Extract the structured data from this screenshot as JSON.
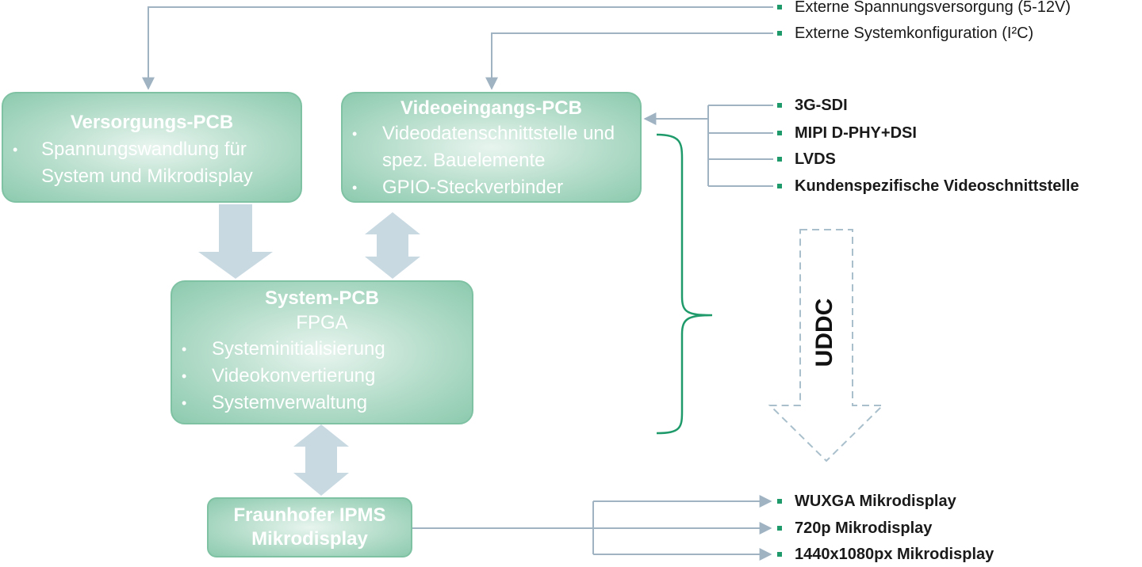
{
  "boxes": {
    "versorgung": {
      "title": "Versorgungs-PCB",
      "items": [
        "Spannungswandlung für System und Mikrodisplay"
      ]
    },
    "videoeingang": {
      "title": "Videoeingangs-PCB",
      "items": [
        "Videodatenschnittstelle und spez. Bauelemente",
        "GPIO-Steckverbinder"
      ]
    },
    "system": {
      "title": "System-PCB",
      "subtitle": "FPGA",
      "items": [
        "Systeminitialisierung",
        "Videokonvertierung",
        "Systemverwaltung"
      ]
    },
    "mikrodisplay": {
      "title_line1": "Fraunhofer IPMS",
      "title_line2": "Mikrodisplay"
    }
  },
  "external_inputs": [
    "Externe Spannungsversorgung (5-12V)",
    "Externe Systemkonfiguration (I²C)"
  ],
  "video_interfaces": [
    "3G-SDI",
    "MIPI D-PHY+DSI",
    "LVDS",
    "Kundenspezifische Videoschnittstelle"
  ],
  "displays": [
    "WUXGA Mikrodisplay",
    "720p Mikrodisplay",
    "1440x1080px Mikrodisplay"
  ],
  "uddc_label": "UDDC",
  "colors": {
    "box_border": "#7fc2a3",
    "box_fill": "#b3dcc9",
    "connector_line": "#9fb3c2",
    "block_arrow": "#c9d9e2",
    "brace": "#1f9a6a",
    "marker": "#1f9a6a",
    "dashed_arrow": "#a9c0cc"
  }
}
